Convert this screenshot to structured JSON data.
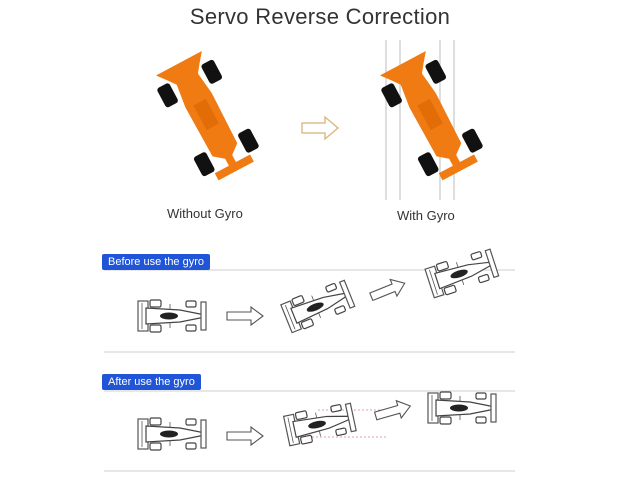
{
  "title": "Servo Reverse Correction",
  "captions": {
    "without_gyro": "Without Gyro",
    "with_gyro": "With Gyro"
  },
  "sections": {
    "before": "Before use the gyro",
    "after": "After use the gyro"
  },
  "colors": {
    "car_body": "#f07b12",
    "badge": "#1f55d6",
    "arrow_outline": "#d7b47a",
    "guide_lines": "#c8c8c8",
    "tires": "#111111"
  }
}
